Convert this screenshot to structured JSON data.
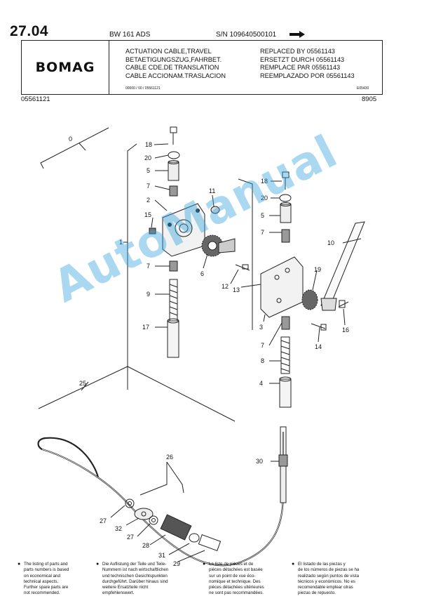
{
  "header": {
    "page_number": "27.04",
    "model": "BW 161 ADS",
    "serial": "S/N 109640500101"
  },
  "title_block": {
    "logo": "BOMAG",
    "titles": [
      "ACTUATION CABLE,TRAVEL",
      "BETAETIGUNGSZUG,FAHRBET.",
      "CABLE CDE.DE TRANSLATION",
      "CABLE ACCIONAM.TRASLACION"
    ],
    "replaced": [
      "REPLACED BY 05561143",
      "ERSETZT DURCH 05561143",
      "REMPLACE PAR 05561143",
      "REEMPLAZADO POR 05561143"
    ],
    "part_ref": "00000 / 00 / 05561121",
    "drawing_code": "E05430"
  },
  "page_code": "05561121",
  "date_code": "8905",
  "watermark": "AutoManual",
  "callouts": [
    "0",
    "1",
    "2",
    "3",
    "4",
    "5",
    "6",
    "7",
    "8",
    "9",
    "10",
    "11",
    "12",
    "13",
    "14",
    "15",
    "16",
    "17",
    "18",
    "19",
    "20",
    "25",
    "26",
    "27",
    "28",
    "29",
    "30",
    "31",
    "32"
  ],
  "footer": [
    [
      "The listing of parts and",
      "parts numbers is based",
      "on economical and",
      "technical aspects.",
      "Further spare parts are",
      "not recommended."
    ],
    [
      "Die Auflistung der Teile und Teile-",
      "Nummern ist nach wirtschaftlichen",
      "und technischen Gesichtspunkten",
      "durchgeführt. Darüber hinaus sind",
      "weitere Ersatzteile nicht",
      "empfehlenswert."
    ],
    [
      "La liste de pièces et de",
      "pièces détachées est basée",
      "sur un point de vue éco-",
      "nomique et technique. Des",
      "pièces détachées ultérieures",
      "ne sont pas recommandées."
    ],
    [
      "El listado de las piezas y",
      "de los números de piezas se ha",
      "realizado según puntos de vista",
      "técnicos y económicos. No es",
      "recomendable emplear otras",
      "piezas de repuesto."
    ]
  ]
}
